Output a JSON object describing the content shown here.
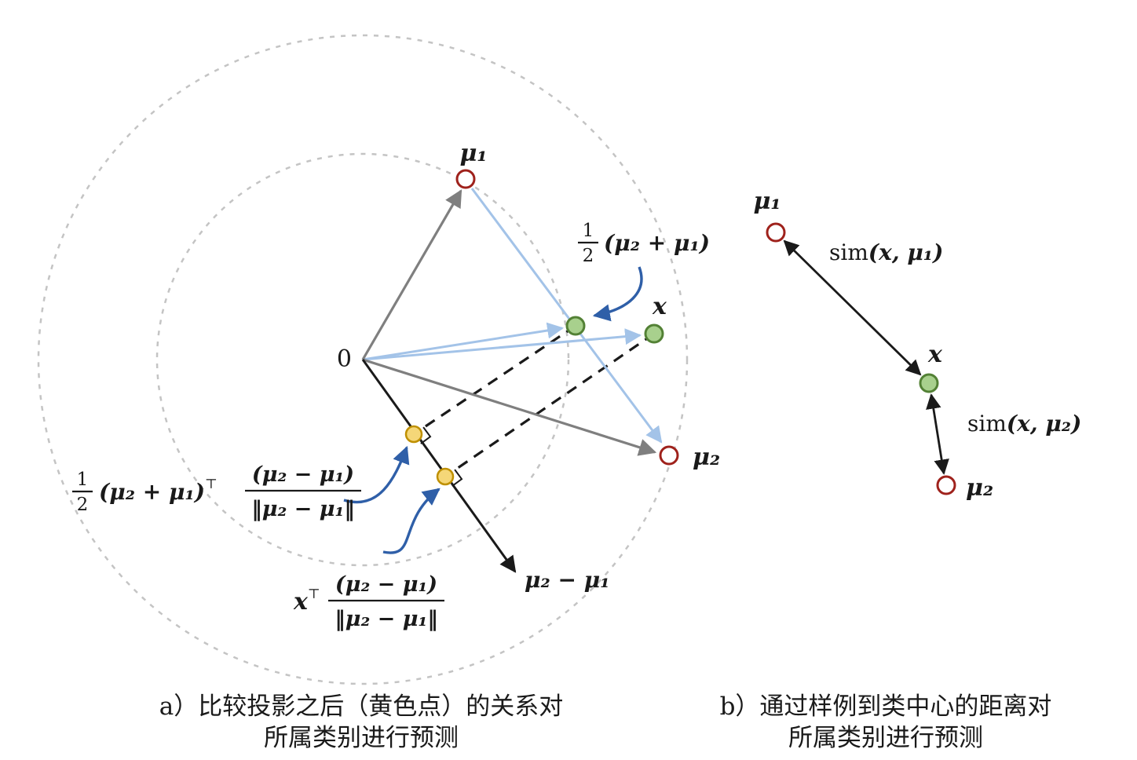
{
  "figure": {
    "panel_a": {
      "origin_label": "0",
      "mu1_label": "μ₁",
      "mu2_label": "μ₂",
      "x_label": "x",
      "diff_label": "μ₂ − μ₁",
      "midpoint_formula": {
        "frac_num": "1",
        "frac_den": "2",
        "body": "(μ₂ + μ₁)"
      },
      "proj_mean": {
        "frac_num": "1",
        "frac_den": "2",
        "body": "(μ₂ + μ₁)",
        "transpose": "⊤",
        "numerator": "(μ₂ − μ₁)",
        "denominator": "‖μ₂ − μ₁‖"
      },
      "proj_x": {
        "lead": "x",
        "transpose": "⊤",
        "numerator": "(μ₂ − μ₁)",
        "denominator": "‖μ₂ − μ₁‖"
      },
      "caption_line1": "a）比较投影之后（黄色点）的关系对",
      "caption_line2": "所属类别进行预测"
    },
    "panel_b": {
      "mu1_label": "μ₁",
      "mu2_label": "μ₂",
      "x_label": "x",
      "sim1": {
        "fn": "sim",
        "args": "(x, μ₁)"
      },
      "sim2": {
        "fn": "sim",
        "args": "(x, μ₂)"
      },
      "caption_line1": "b）通过样例到类中心的距离对",
      "caption_line2": "所属类别进行预测"
    },
    "colors": {
      "class_center_stroke": "#9f221c",
      "sample_fill": "#a8d08d",
      "sample_stroke": "#538135",
      "projection_fill": "#f5d778",
      "projection_stroke": "#bf9000",
      "gray_vector": "#7f7f7f",
      "light_blue_vector": "#a3c3e8",
      "annotation_blue": "#2f5fa8",
      "dashed_circle": "#c4c4c4",
      "line_black": "#1a1a1a"
    }
  }
}
